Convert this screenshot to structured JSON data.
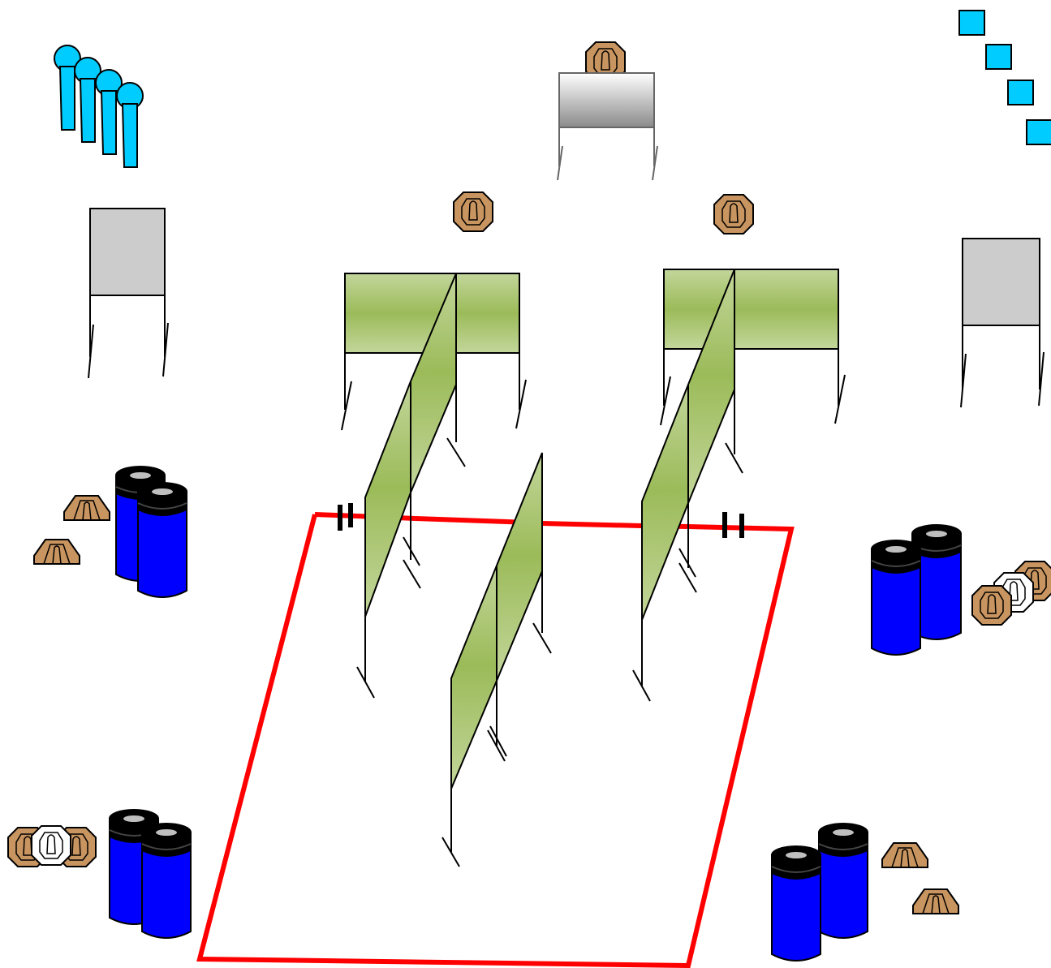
{
  "title": "",
  "colors": {
    "fault_line": "#ff0000",
    "wall_fill_mid": "#9bbb59",
    "wall_fill_light": "#c3d69b",
    "barrel_body": "#0000ff",
    "barrel_lid": "#000000",
    "target_fill": "#c8945f",
    "noshoot_fill": "#ffffff",
    "popper_fill": "#00ccff",
    "plate_fill": "#00ccff",
    "barricade_fill": "#cccccc",
    "outline": "#000000"
  },
  "icons": {
    "paper_target": "octagon-target-icon",
    "no_shoot": "no-shoot-target-icon",
    "popper": "steel-popper-icon",
    "plate": "steel-plate-icon",
    "barrel": "barrel-icon",
    "wall": "wall-panel-icon",
    "barricade": "barricade-icon",
    "fault_line": "fault-line",
    "start_marker": "start-marker-icon"
  },
  "elements": {
    "poppers": 4,
    "plates": 4,
    "paper_targets_visible": 12,
    "no_shoot_targets": 2,
    "barrels": 8
  }
}
